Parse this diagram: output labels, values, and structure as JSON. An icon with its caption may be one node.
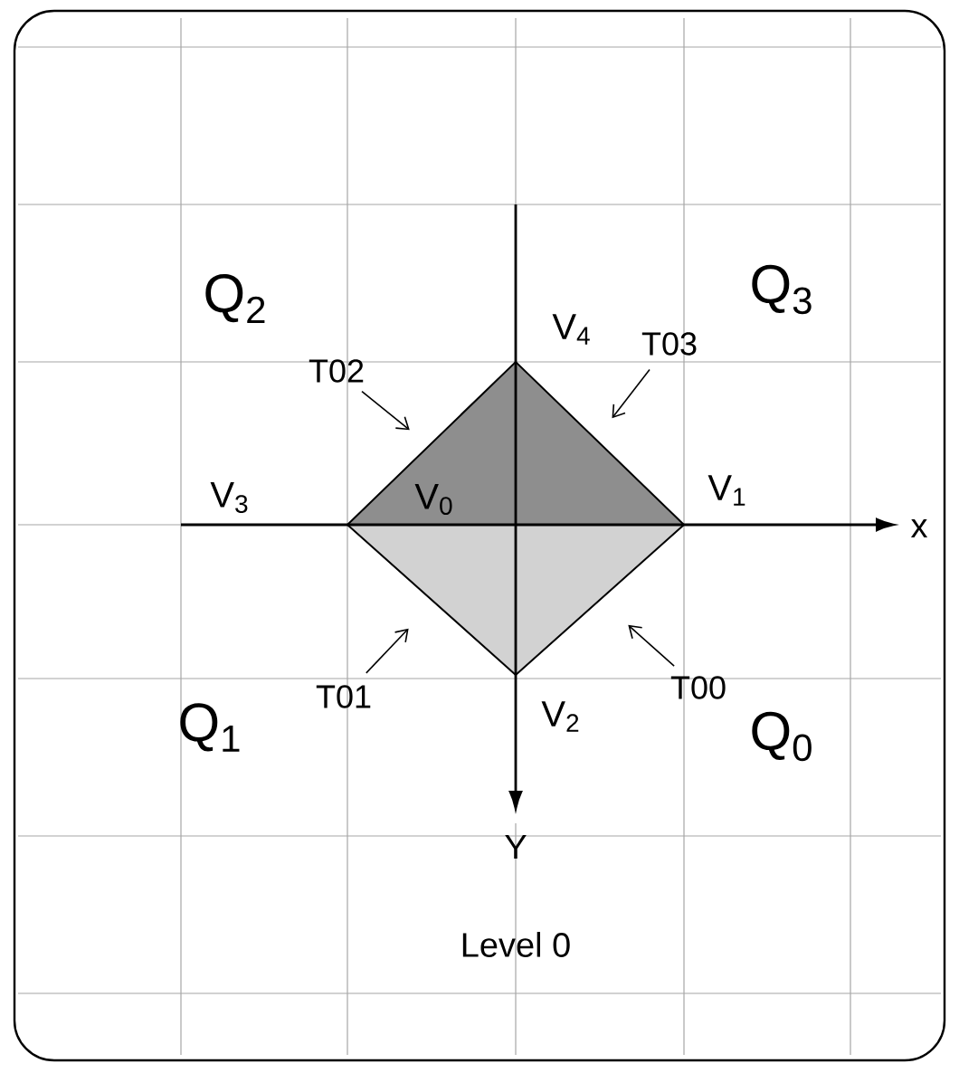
{
  "diagram": {
    "nodes": [
      {
        "text": [
          "T02"
        ]
      },
      {
        "text": [
          "T03"
        ]
      },
      {
        "text": [],
        "shape": "triangle"
      },
      {
        "text": [],
        "shape": "triangle"
      },
      {
        "text": [],
        "shape": "triangle"
      },
      {
        "text": [],
        "shape": "triangle"
      },
      {
        "text": [
          "T01"
        ]
      },
      {
        "text": [
          "T00"
        ]
      }
    ],
    "edges": [
      {
        "from": 0,
        "to": 2,
        "arrow": "to"
      },
      {
        "from": 1,
        "to": 3,
        "arrow": "to"
      },
      {
        "from": 6,
        "to": 4,
        "arrow": "to"
      },
      {
        "from": 7,
        "to": 5,
        "arrow": "to"
      }
    ],
    "labels": [
      "Q$_{2}$",
      "Q$_{3}$",
      "V$_{4}$",
      "V$_{3}$",
      "V$_{0}$",
      "V$_{1}$",
      "x",
      "Q$_{1}$",
      "V$_{2}$",
      "Q$_{0}$",
      "Y",
      "Level 0"
    ]
  }
}
